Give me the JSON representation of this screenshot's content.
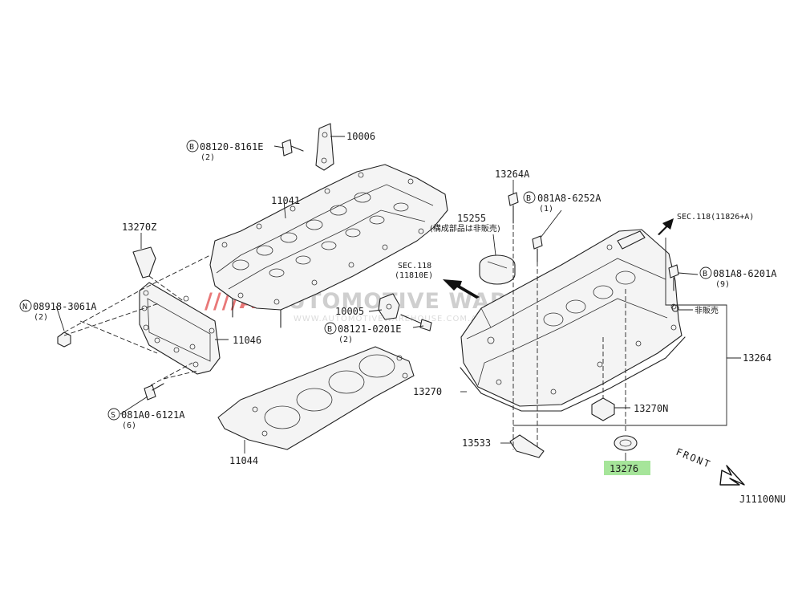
{
  "diagram": {
    "code": "J11100NU",
    "direction_label": "FRONT",
    "watermark": {
      "brand": "AUTOMOTIVE WAREHOUSE",
      "prefix": "////AW",
      "url": "WWW.AUTOMOTIVEWAREHOUSE.COM.AU"
    },
    "callouts": [
      {
        "id": "08120-8161E",
        "marker": "B",
        "qty": "(2)"
      },
      {
        "id": "10006"
      },
      {
        "id": "11041"
      },
      {
        "id": "13270Z"
      },
      {
        "id": "08918-3061A",
        "marker": "N",
        "qty": "(2)"
      },
      {
        "id": "11046"
      },
      {
        "id": "081A0-6121A",
        "marker": "S",
        "qty": "(6)"
      },
      {
        "id": "11044"
      },
      {
        "id": "10005"
      },
      {
        "id": "08121-0201E",
        "marker": "B",
        "qty": "(2)"
      },
      {
        "id": "13264A"
      },
      {
        "id": "081A8-6252A",
        "marker": "B",
        "qty": "(1)"
      },
      {
        "id": "15255",
        "note": "(構成部品は非販売)"
      },
      {
        "id": "SEC.118(11826+A)"
      },
      {
        "id": "SEC.118",
        "sub": "(11810E)"
      },
      {
        "id": "081A8-6201A",
        "marker": "B",
        "qty": "(9)"
      },
      {
        "id": "非販売"
      },
      {
        "id": "13264"
      },
      {
        "id": "13270"
      },
      {
        "id": "13270N"
      },
      {
        "id": "13533"
      },
      {
        "id": "13276",
        "highlight_color": "#a6e59a"
      }
    ]
  }
}
